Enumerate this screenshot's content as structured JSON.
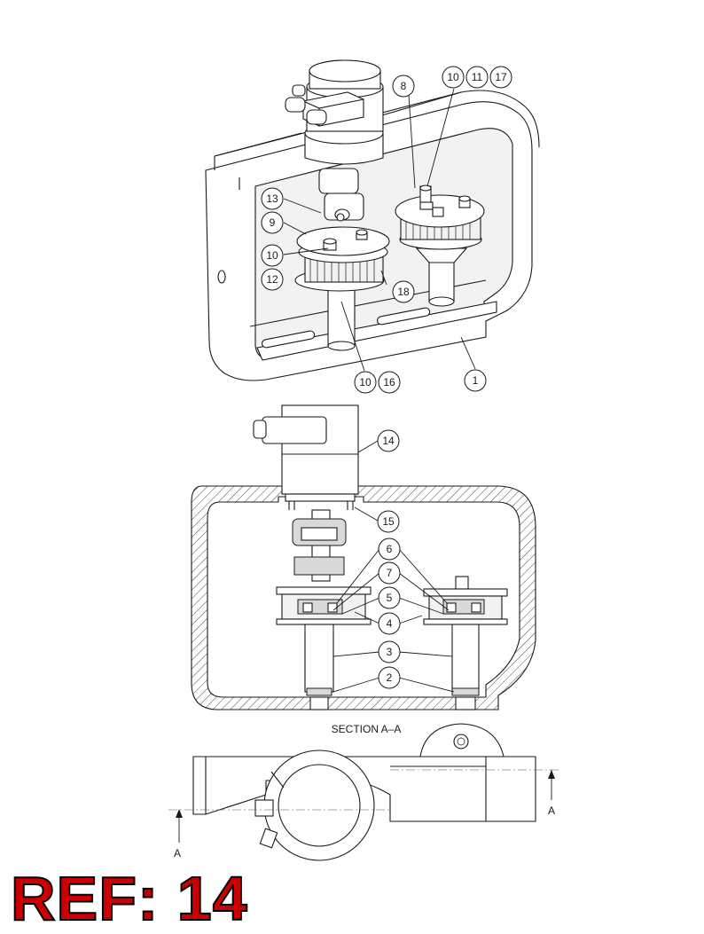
{
  "callouts_top": {
    "c8": "8",
    "c10a": "10",
    "c11": "11",
    "c17": "17",
    "c13": "13",
    "c9": "9",
    "c10b": "10",
    "c12": "12",
    "c18": "18",
    "c10c": "10",
    "c16": "16",
    "c1": "1"
  },
  "callouts_section": {
    "c14": "14",
    "c15": "15",
    "c6": "6",
    "c7": "7",
    "c5": "5",
    "c4": "4",
    "c3": "3",
    "c2": "2"
  },
  "section_title": "SECTION A–A",
  "section_marks": {
    "left": "A",
    "right": "A"
  },
  "reference": {
    "label": "REF: 14"
  }
}
